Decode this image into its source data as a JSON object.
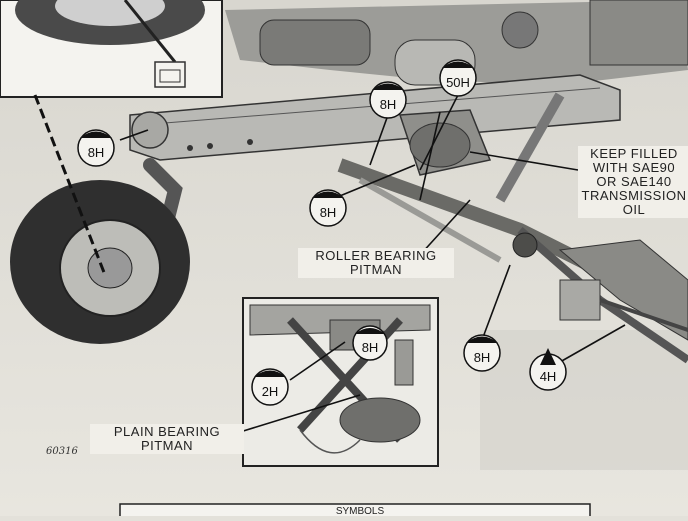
{
  "badges": {
    "b8h_left": "8H",
    "b8h_top": "8H",
    "b50h": "50H",
    "b8h_mid": "8H",
    "b8h_right": "8H",
    "b4h": "4H",
    "b8h_inset": "8H",
    "b2h_inset": "2H"
  },
  "callouts": {
    "keep_filled": [
      "KEEP FILLED",
      "WITH SAE90",
      "OR SAE140",
      "TRANSMISSION",
      "OIL"
    ],
    "roller_bearing": [
      "ROLLER BEARING",
      "PITMAN"
    ],
    "plain_bearing": [
      "PLAIN BEARING",
      "PITMAN"
    ]
  },
  "figure_code": "60316",
  "footer_title": "SYMBOLS"
}
